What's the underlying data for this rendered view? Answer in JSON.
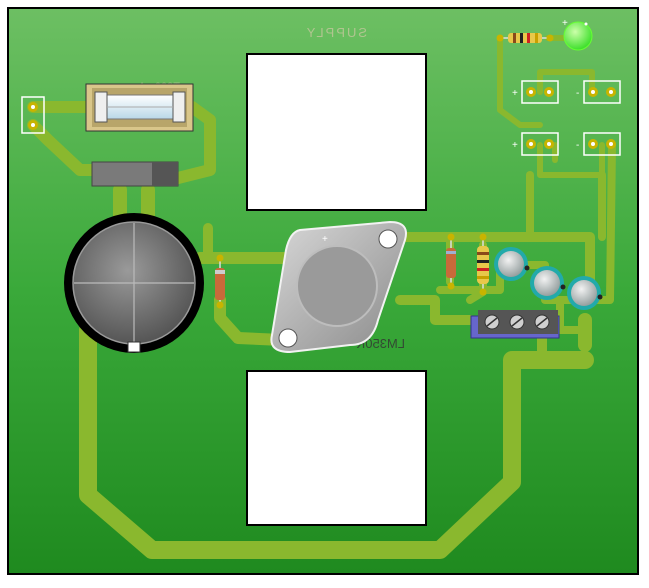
{
  "board": {
    "supply_label": "SUPPLY",
    "regulator_label": "LM350K",
    "fuse_label": "T800mA",
    "led_plus": "+",
    "terminal_plus": "+",
    "terminal_minus": "-"
  },
  "colors": {
    "board_green": "#2f9e2f",
    "trace": "#8ab82e",
    "pad": "#c8b400",
    "silk": "#ffffff",
    "led": "#66ff33"
  }
}
